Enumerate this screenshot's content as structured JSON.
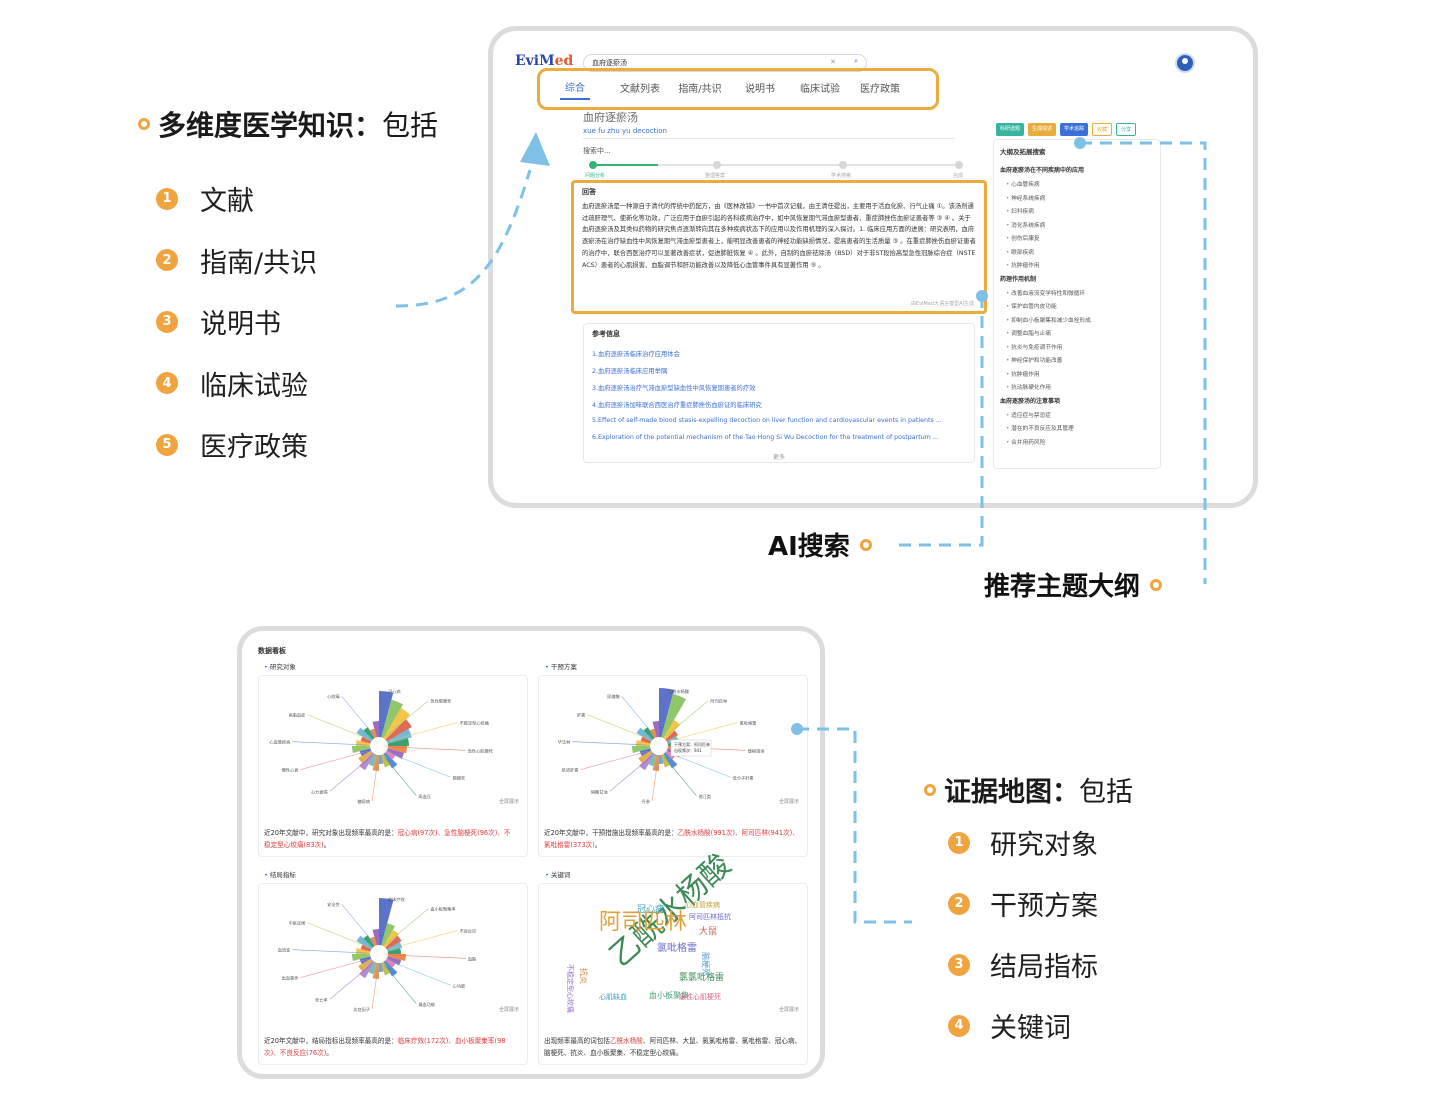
{
  "features": {
    "title": "多维度医学知识：",
    "title_suffix": "包括",
    "items": [
      {
        "num": "1",
        "label": "文献"
      },
      {
        "num": "2",
        "label": "指南/共识"
      },
      {
        "num": "3",
        "label": "说明书"
      },
      {
        "num": "4",
        "label": "临床试验"
      },
      {
        "num": "5",
        "label": "医疗政策"
      }
    ]
  },
  "evidence": {
    "title": "证据地图：",
    "title_suffix": "包括",
    "items": [
      {
        "num": "1",
        "label": "研究对象"
      },
      {
        "num": "2",
        "label": "干预方案"
      },
      {
        "num": "3",
        "label": "结局指标"
      },
      {
        "num": "4",
        "label": "关键词"
      }
    ]
  },
  "callouts": {
    "ai_search": "AI搜索",
    "outline": "推荐主题大纲"
  },
  "colors": {
    "accent_orange": "#e8ad3c",
    "dash_blue": "#7fc0e6",
    "link_blue": "#3a6fd8",
    "highlight_red": "#e23b3b"
  },
  "app": {
    "logo_a": "EviM",
    "logo_b": "ed",
    "search_value": "血府逐瘀汤",
    "tabs": [
      "综合",
      "文献列表",
      "指南/共识",
      "说明书",
      "临床试验",
      "医疗政策"
    ],
    "query_title": "血府逐瘀汤",
    "query_pinyin": "xue fu zhu yu decoction",
    "searching": "搜索中...",
    "steps": [
      "问题分析",
      "整理答案",
      "学术搜索",
      "完成"
    ],
    "answer_head": "回答",
    "answer_text": "血府逐瘀汤是一种源自于清代的传统中药配方，由《医林改错》一书中首次记载，由王清任提出，主要用于活血化瘀、行气止痛 ①。该汤剂通过疏肝理气、使新化等功效，广泛应用于血瘀引起的各科疾病治疗中，如中风恢复期气滞血瘀型患者、重症肺挫伤血瘀证患者等 ③ ④ 。关于血府逐瘀汤及其类似药物的研究焦点逐渐转向其在多种疾病状态下的应用以及作用机理的深入探讨。1. 临床应用方面的进展：研究表明，血府逐瘀汤在治疗缺血性中风恢复期气滞血瘀型患者上，能明显改善患者的神经功能缺损情况，提高患者的生活质量 ③ 。在重症肺挫伤血瘀证患者的治疗中，联合西医治疗可以显著改善症状，促进肺脏恢复 ④ 。此外，自制的血瘀祛除汤（BSD）对于非ST段抬高型急性冠脉综合症（NSTE ACS）患者的心肌损害、血脂调节和肝功能改善以及降低心血管事件具有显著作用 ⑤ 。",
    "answer_foot": "由EviMed大语言模型AI生成",
    "refs_head": "参考信息",
    "refs": [
      "1.血府逐瘀汤临床治疗应用体会",
      "2.血府逐瘀汤临床应用举隅",
      "3.血府逐瘀汤治疗气滞血瘀型缺血性中风恢复期患者的疗效",
      "4.血府逐瘀汤加味联合西医治疗重症肺挫伤血瘀证的临床研究",
      "5.Effect of self-made blood stasis-expelling decoction on liver function and cardiovascular events in patients ...",
      "6.Exploration of the potential mechanism of the Tao Hong Si Wu Decoction for the treatment of postpartum ..."
    ],
    "refs_more": "更多",
    "chips": [
      "科研选题",
      "生成综述",
      "学术追踪",
      "收藏",
      "分享"
    ],
    "outline_head": "大纲及拓展搜索",
    "outline": [
      {
        "section": "血府逐瘀汤在不同疾病中的应用",
        "items": [
          "心血管疾病",
          "神经系统疾病",
          "妇科疾病",
          "消化系统疾病",
          "创伤后康复",
          "眼部疾病",
          "抗肿瘤作用"
        ]
      },
      {
        "section": "药理作用机制",
        "items": [
          "改善血液流变学特性和微循环",
          "保护血管内皮功能",
          "抑制血小板聚集和减少血栓形成",
          "调整血脂与止痛",
          "抗炎与免疫调节作用",
          "神经保护和功能改善",
          "抗肿瘤作用",
          "抗动脉硬化作用"
        ]
      },
      {
        "section": "血府逐瘀汤的注意事项",
        "items": [
          "适应症与禁忌症",
          "潜在的不良反应及其管理",
          "合并用药风险"
        ]
      }
    ]
  },
  "dashboard": {
    "title": "数据看板",
    "panels": [
      {
        "label": "研究对象",
        "summary_a": "近20年文献中，研究对象出现频率最高的是：",
        "summary_b": "冠心病(97次)、急性脑梗死(96次)、不稳定型心绞痛(83次)",
        "summary_c": "。"
      },
      {
        "label": "干预方案",
        "summary_a": "近20年文献中，干预措施出现频率最高的是：",
        "summary_b": "乙酰水杨酸(991次)、阿司匹林(941次)、氯吡格雷(373次)",
        "summary_c": "。"
      },
      {
        "label": "结局指标",
        "summary_a": "近20年文献中，结局指标出现频率最高的是：",
        "summary_b": "临床疗效(172次)、血小板聚集率(98次)、不良反应(76次)",
        "summary_c": "。"
      },
      {
        "label": "关键词",
        "summary_a": "出现频率最高的词包括",
        "summary_b": "乙酰水杨酸",
        "summary_c": "、阿司匹林、大鼠、氯氯吡格雷、氯吡格雷、冠心病、脑梗死、抗炎、血小板聚集、不稳定型心绞痛。"
      }
    ],
    "full_label": "全屏展示",
    "pie1_labels": [
      "冠心病",
      "急性脑梗死",
      "不稳定型心绞痛",
      "急性心肌梗死",
      "脑梗死",
      "高血压",
      "糖尿病",
      "心力衰竭",
      "慢性心衰",
      "心血管疾病",
      "高脂血症",
      "心绞痛"
    ],
    "pie2_labels": [
      "乙酰水杨酸",
      "阿司匹林",
      "氯吡格雷",
      "替格瑞洛",
      "低分子肝素",
      "他汀类",
      "丹参",
      "硝酸甘油",
      "依诺肝素",
      "华法林",
      "肝素",
      "尿激酶"
    ],
    "pie2_tooltip": [
      "干预方案：阿司匹林",
      "出现频次：941"
    ],
    "pie3_labels": [
      "临床疗效",
      "血小板聚集率",
      "不良反应",
      "血脂",
      "心功能",
      "凝血功能",
      "炎症因子",
      "死亡率",
      "出血事件",
      "血流变",
      "中医证候",
      "安全性"
    ],
    "words": [
      {
        "t": "乙酰水杨酸",
        "c": "#3d8a56"
      },
      {
        "t": "阿司匹林",
        "c": "#e3a03a"
      },
      {
        "t": "氯吡格雷",
        "c": "#6a6ad0"
      },
      {
        "t": "大鼠",
        "c": "#d05a5a"
      },
      {
        "t": "冠心病",
        "c": "#3aa0c0"
      },
      {
        "t": "氯氯吡格雷",
        "c": "#3d8a56"
      },
      {
        "t": "心血管疾病",
        "c": "#c0a030"
      },
      {
        "t": "脑梗死",
        "c": "#5a9ad0"
      },
      {
        "t": "抗炎",
        "c": "#d07a3a"
      },
      {
        "t": "血小板聚集",
        "c": "#4aa07a"
      },
      {
        "t": "不稳定型心绞痛",
        "c": "#9a6ad0"
      },
      {
        "t": "急性心肌梗死",
        "c": "#e06080"
      },
      {
        "t": "阿司匹林抵抗",
        "c": "#6a6ad0"
      },
      {
        "t": "心肌缺血",
        "c": "#3aa0c0"
      }
    ]
  }
}
